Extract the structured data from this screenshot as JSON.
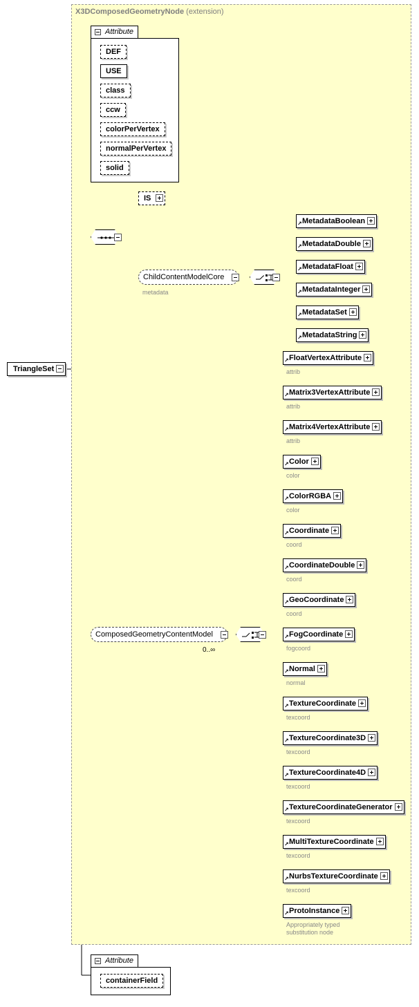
{
  "extension": {
    "name": "X3DComposedGeometryNode",
    "suffix": "(extension)"
  },
  "root_element": "TriangleSet",
  "attributes_top": {
    "tab_label": "Attribute",
    "items": [
      "DEF",
      "USE",
      "class",
      "ccw",
      "colorPerVertex",
      "normalPerVertex",
      "solid"
    ]
  },
  "sequence": {
    "is_element": "IS",
    "child_group": {
      "name": "ChildContentModelCore",
      "sub": "metadata"
    },
    "metadata_choices": [
      "MetadataBoolean",
      "MetadataDouble",
      "MetadataFloat",
      "MetadataInteger",
      "MetadataSet",
      "MetadataString"
    ]
  },
  "composed_group": {
    "name": "ComposedGeometryContentModel",
    "occurrence": "0..∞",
    "choices": [
      {
        "name": "FloatVertexAttribute",
        "sub": "attrib"
      },
      {
        "name": "Matrix3VertexAttribute",
        "sub": "attrib"
      },
      {
        "name": "Matrix4VertexAttribute",
        "sub": "attrib"
      },
      {
        "name": "Color",
        "sub": "color"
      },
      {
        "name": "ColorRGBA",
        "sub": "color"
      },
      {
        "name": "Coordinate",
        "sub": "coord"
      },
      {
        "name": "CoordinateDouble",
        "sub": "coord"
      },
      {
        "name": "GeoCoordinate",
        "sub": "coord"
      },
      {
        "name": "FogCoordinate",
        "sub": "fogcoord"
      },
      {
        "name": "Normal",
        "sub": "normal"
      },
      {
        "name": "TextureCoordinate",
        "sub": "texcoord"
      },
      {
        "name": "TextureCoordinate3D",
        "sub": "texcoord"
      },
      {
        "name": "TextureCoordinate4D",
        "sub": "texcoord"
      },
      {
        "name": "TextureCoordinateGenerator",
        "sub": "texcoord"
      },
      {
        "name": "MultiTextureCoordinate",
        "sub": "texcoord"
      },
      {
        "name": "NurbsTextureCoordinate",
        "sub": "texcoord"
      },
      {
        "name": "ProtoInstance",
        "sub": "Appropriately typed\nsubstitution node"
      }
    ]
  },
  "attributes_bottom": {
    "tab_label": "Attribute",
    "items": [
      "containerField"
    ]
  },
  "icons": {
    "expand": "plus-box-icon",
    "collapse": "minus-box-icon",
    "reference": "reference-arrow-icon",
    "sequence": "sequence-compositor-icon",
    "choice": "choice-compositor-icon"
  }
}
